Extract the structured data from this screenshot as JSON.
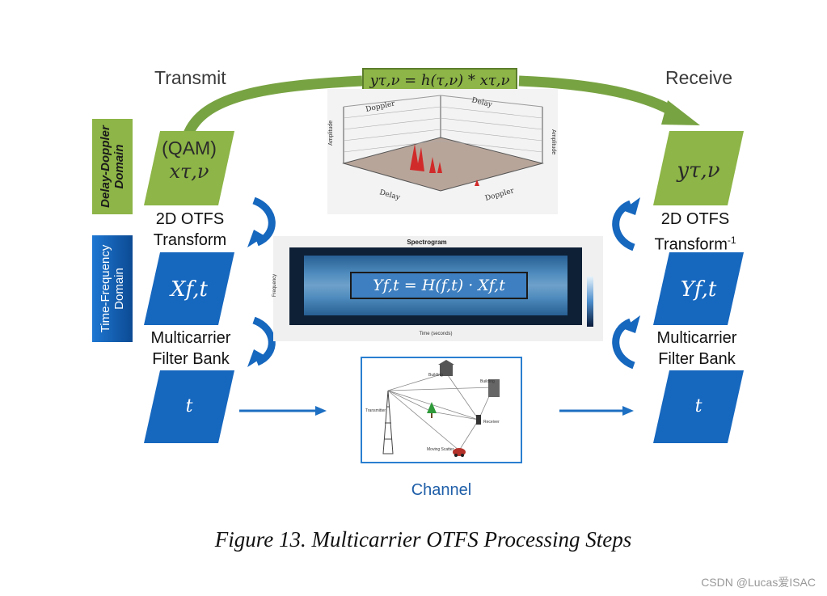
{
  "headers": {
    "transmit": "Transmit",
    "receive": "Receive"
  },
  "equation_top": "yτ,ν = h(τ,ν) * xτ,ν",
  "side_labels": {
    "delay_doppler": [
      "Delay-Doppler",
      "Domain"
    ],
    "time_frequency": [
      "Time-Frequency",
      "Domain"
    ]
  },
  "left_blocks": {
    "qam_line1": "(QAM)",
    "qam_line2": "xτ,ν",
    "xft": "Xf,t",
    "t": "t"
  },
  "right_blocks": {
    "y_tau_nu": "yτ,ν",
    "yft": "Yf,t",
    "t": "t"
  },
  "step_labels": {
    "otfs_left_1": "2D OTFS",
    "otfs_left_2": "Transform",
    "mc_left_1": "Multicarrier",
    "mc_left_2": "Filter Bank",
    "otfs_right_1": "2D OTFS",
    "otfs_right_2": "Transform",
    "otfs_right_sup": "-1",
    "mc_right_1": "Multicarrier",
    "mc_right_2": "Filter Bank"
  },
  "plot3d": {
    "axis_labels": [
      "Doppler",
      "Delay",
      "Delay",
      "Doppler"
    ],
    "z_label_left": "Amplitude",
    "z_label_right": "Amplitude"
  },
  "spectrogram": {
    "title": "Spectrogram",
    "equation": "Yf,t = H(f,t) · Xf,t",
    "xlabel": "Time (seconds)",
    "ylabel": "Frequency"
  },
  "channel": {
    "label": "Channel",
    "nodes": [
      "Building",
      "Building",
      "Transmitter",
      "Receiver",
      "Moving Scatter"
    ]
  },
  "caption": "Figure 13. Multicarrier OTFS Processing Steps",
  "watermark": "CSDN @Lucas爱ISAC",
  "colors": {
    "green": "#8db547",
    "green_dark": "#6e9338",
    "blue": "#1667be",
    "blue_dark": "#0f4f96",
    "arrow_green": "#78a342",
    "spectro_bg": "#0d2036"
  }
}
